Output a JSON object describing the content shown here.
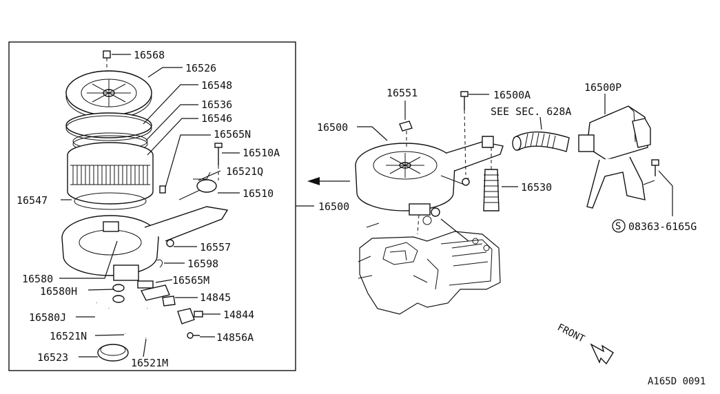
{
  "diagram": {
    "code": "A165D 0091",
    "front_label": "FRONT",
    "see_section": "SEE SEC. 628A",
    "parts": {
      "p16568": "16568",
      "p16526": "16526",
      "p16548": "16548",
      "p16536": "16536",
      "p16546": "16546",
      "p16565N": "16565N",
      "p16510A": "16510A",
      "p16521Q": "16521Q",
      "p16510": "16510",
      "p16547": "16547",
      "p16500_box": "16500",
      "p16557": "16557",
      "p16598": "16598",
      "p16580": "16580",
      "p16565M": "16565M",
      "p16580H": "16580H",
      "p14845": "14845",
      "p16580J": "16580J",
      "p14844": "14844",
      "p16521N": "16521N",
      "p14856A": "14856A",
      "p16523": "16523",
      "p16521M": "16521M",
      "p16551": "16551",
      "p16500A": "16500A",
      "p16500P": "16500P",
      "p16500_main": "16500",
      "p16530": "16530",
      "screw_symbol": "S",
      "p08363": "08363-6165G"
    }
  }
}
